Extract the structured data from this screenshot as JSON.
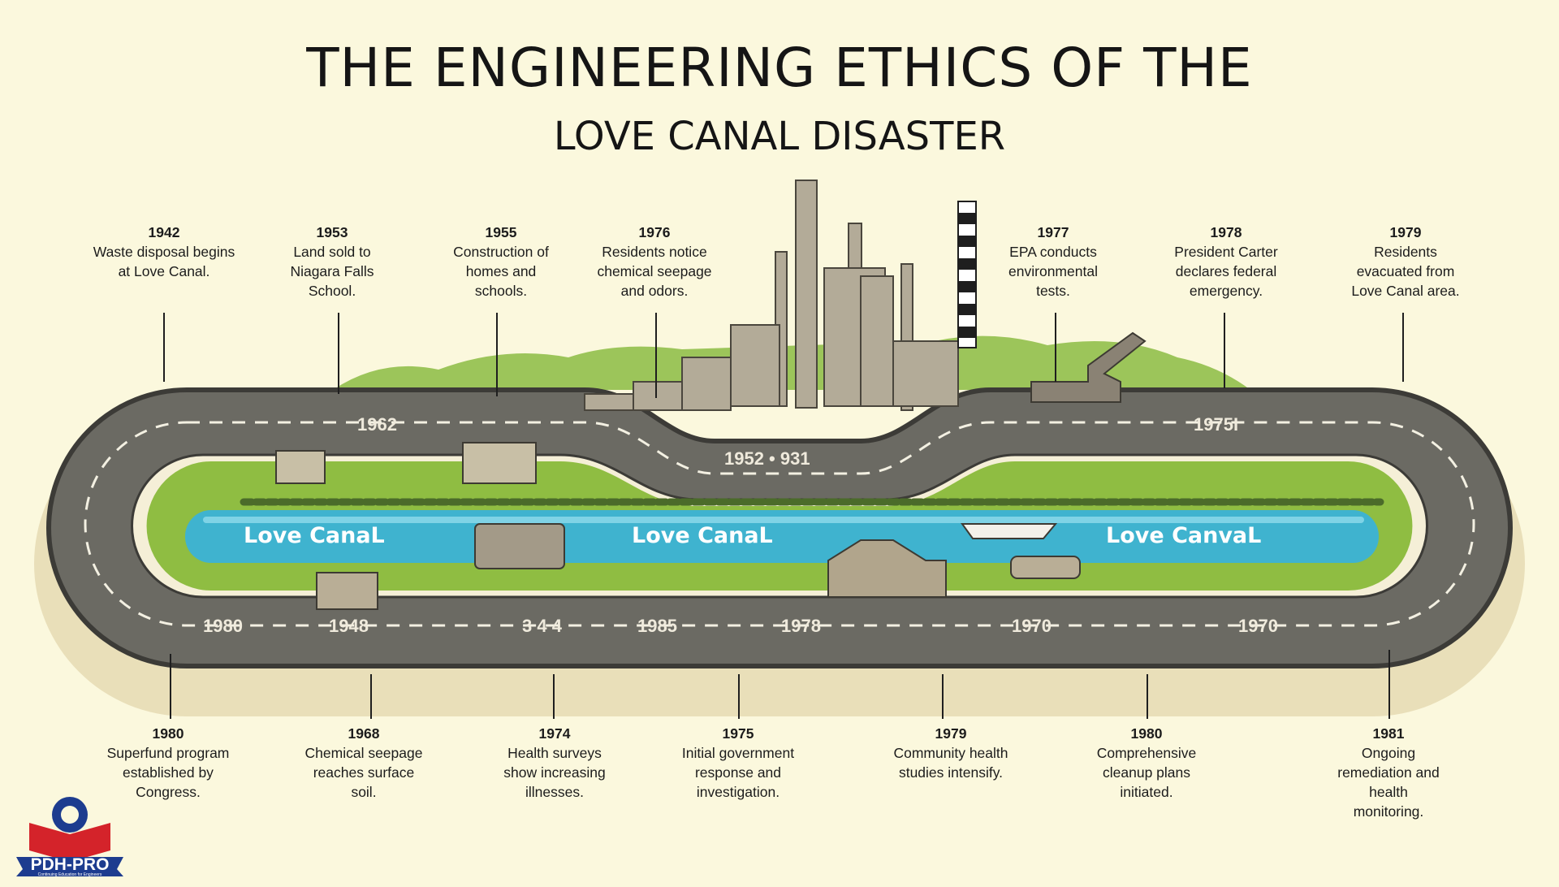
{
  "title": {
    "line1": "THE ENGINEERING ETHICS OF THE",
    "line2": "LOVE CANAL DISASTER"
  },
  "top_events": [
    {
      "year": "1942",
      "desc": "Waste disposal begins at Love Canal."
    },
    {
      "year": "1953",
      "desc": "Land sold to Niagara Falls School."
    },
    {
      "year": "1955",
      "desc": "Construction of homes and schools."
    },
    {
      "year": "1976",
      "desc": "Residents notice chemical seepage and odors."
    },
    {
      "year": "1977",
      "desc": "EPA conducts environmental tests."
    },
    {
      "year": "1978",
      "desc": "President Carter declares federal emergency."
    },
    {
      "year": "1979",
      "desc": "Residents evacuated from Love Canal area."
    }
  ],
  "bottom_events": [
    {
      "year": "1980",
      "desc": "Superfund program established by Congress."
    },
    {
      "year": "1968",
      "desc": "Chemical seepage reaches surface soil."
    },
    {
      "year": "1974",
      "desc": "Health surveys show increasing illnesses."
    },
    {
      "year": "1975",
      "desc": "Initial government response and investigation."
    },
    {
      "year": "1979",
      "desc": "Community health studies intensify."
    },
    {
      "year": "1980",
      "desc": "Comprehensive cleanup plans initiated."
    },
    {
      "year": "1981",
      "desc": "Ongoing remediation and health monitoring."
    }
  ],
  "track_labels": {
    "top_left": "1962",
    "top_middle": "1952 • 931",
    "top_right": "1975I",
    "bottom": [
      "1980",
      "1948",
      "3 4 4",
      "1985",
      "1978",
      "1970",
      "1970"
    ]
  },
  "canal_labels": [
    "Love CanaL",
    "Love CanaL",
    "Love CanvaL"
  ],
  "logo": {
    "text": "PDH-PRO",
    "tagline": "Continuing Education for Engineers"
  },
  "colors": {
    "background": "#fbf8dd",
    "road": "#6b6a63",
    "water": "#3fb3cf",
    "grass": "#8fbd42"
  }
}
